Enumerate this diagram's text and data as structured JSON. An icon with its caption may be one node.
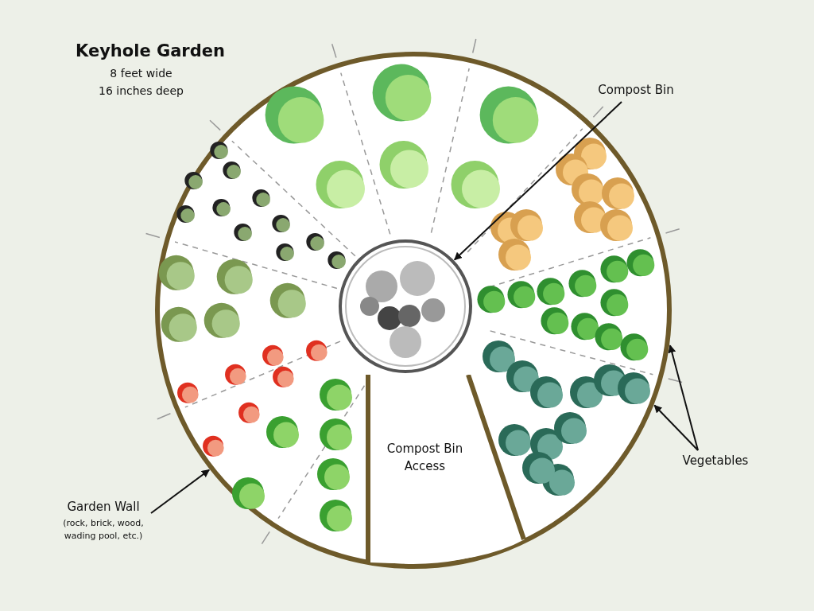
{
  "diagram": {
    "title": "Keyhole Garden",
    "nodes": [
      {
        "text": [
          "Compost Bin"
        ]
      },
      {
        "text": [],
        "shape": "circle"
      },
      {
        "text": [],
        "shape": "circle",
        "in": 1
      },
      {
        "text": [
          "Compost Bin Access"
        ],
        "in": 1
      },
      {
        "text": [
          "Vegetables"
        ]
      },
      {
        "text": [
          "Garden Wall",
          "(rock, brick, wood, wading pool, etc.)"
        ]
      }
    ],
    "edges": [
      {
        "from": 0,
        "to": 2,
        "arrow": "to"
      },
      {
        "from": 4,
        "to": 1,
        "arrow": "to"
      },
      {
        "from": 4,
        "to": 1,
        "arrow": "to"
      },
      {
        "from": 5,
        "to": 1,
        "arrow": "to"
      }
    ],
    "labels": [
      "8 feet wide",
      "16 inches deep"
    ]
  }
}
